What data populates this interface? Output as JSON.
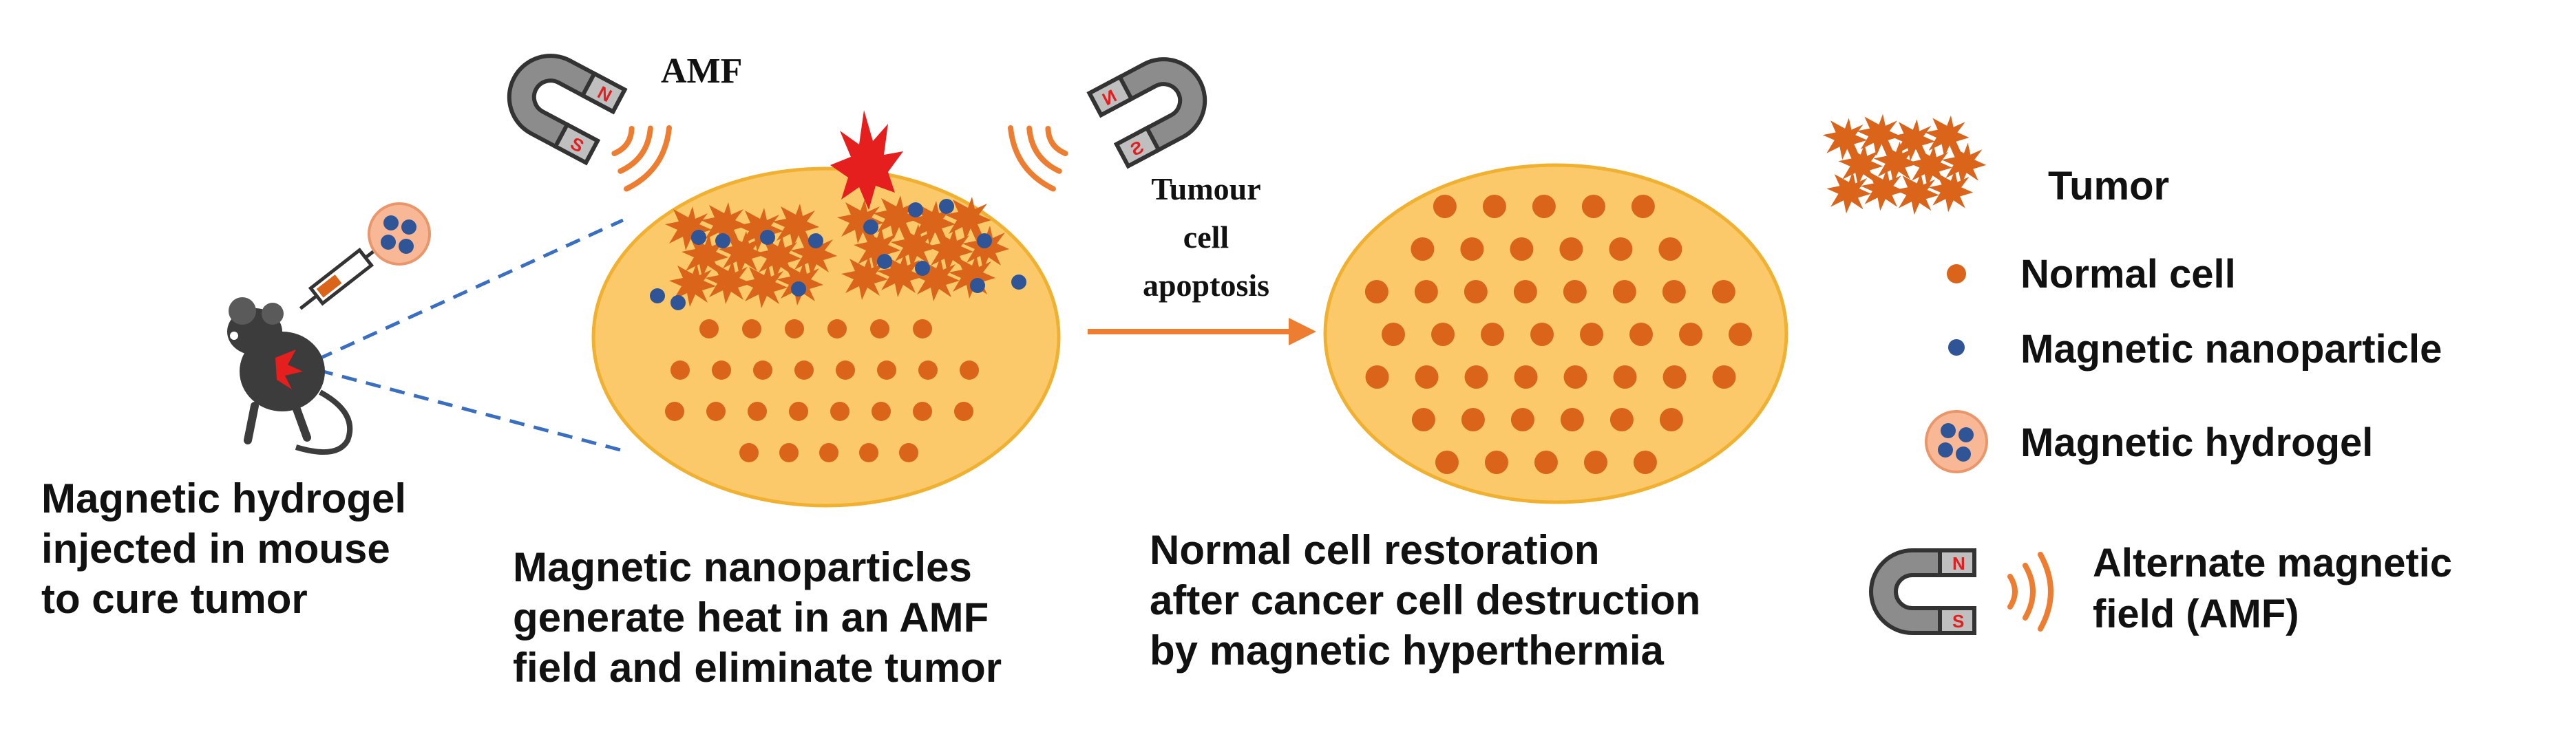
{
  "colors": {
    "ellipse_fill": "#FBC96A",
    "ellipse_stroke": "#F0B030",
    "cell": "#D9641A",
    "tumor": "#D9641A",
    "nanoparticle": "#2F5597",
    "hydrogel": "#F8B896",
    "magnet_gray": "#8C8C8C",
    "magnet_pole": "#E02020",
    "wave": "#ED7D31",
    "dashed_line": "#3A6EC0",
    "heat_burst": "#E51E1E",
    "arrow": "#ED7D31"
  },
  "panel1": {
    "caption": [
      "Magnetic hydrogel",
      "injected in mouse",
      "to cure tumor"
    ],
    "icons": [
      "mouse-icon",
      "syringe-icon",
      "hydrogel-icon"
    ]
  },
  "panel2": {
    "amf_label": "AMF",
    "caption": [
      "Magnetic nanoparticles",
      "generate heat in an AMF",
      "field and eliminate tumor"
    ],
    "icons": [
      "magnet-icon",
      "heat-burst-icon",
      "tumor-icon",
      "nanoparticle-icon"
    ]
  },
  "arrow_label": [
    "Tumour",
    "cell",
    "apoptosis"
  ],
  "panel3": {
    "caption": [
      "Normal cell restoration",
      "after cancer cell destruction",
      "by magnetic hyperthermia"
    ]
  },
  "legend": {
    "items": [
      {
        "label": "Tumor",
        "icon": "tumor-icon"
      },
      {
        "label": "Normal cell",
        "icon": "normal-cell-icon"
      },
      {
        "label": "Magnetic nanoparticle",
        "icon": "nanoparticle-icon"
      },
      {
        "label": "Magnetic hydrogel",
        "icon": "hydrogel-icon"
      },
      {
        "label": [
          "Alternate magnetic",
          "field (AMF)"
        ],
        "icon": "magnet-icon"
      }
    ]
  }
}
